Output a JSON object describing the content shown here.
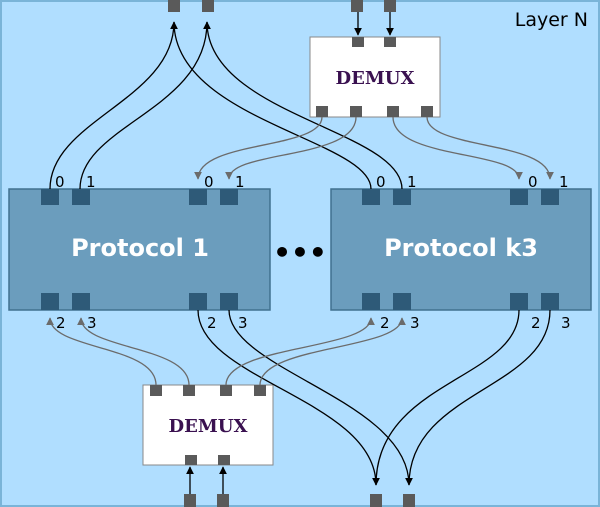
{
  "layer": {
    "label": "Layer N"
  },
  "protocols": [
    {
      "name": "Protocol 1",
      "ports": [
        "0",
        "1",
        "0",
        "1",
        "2",
        "3",
        "2",
        "3"
      ]
    },
    {
      "name": "Protocol k3",
      "ports": [
        "0",
        "1",
        "0",
        "1",
        "2",
        "3",
        "2",
        "3"
      ]
    }
  ],
  "ellipsis": "•••",
  "demux_top": {
    "label": "DEMUX"
  },
  "demux_bottom": {
    "label": "DEMUX"
  },
  "colors": {
    "background": "#b0deff",
    "layer_border": "#7ab4d8",
    "protocol_fill": "#6b9dbd",
    "protocol_stroke": "#41708f",
    "port": "#2e5a78",
    "io_port": "#5a5a5a",
    "demux_fill": "#ffffff",
    "demux_text": "#3a1150",
    "black_wire": "#000000",
    "gray_wire": "#6b6b6b"
  }
}
